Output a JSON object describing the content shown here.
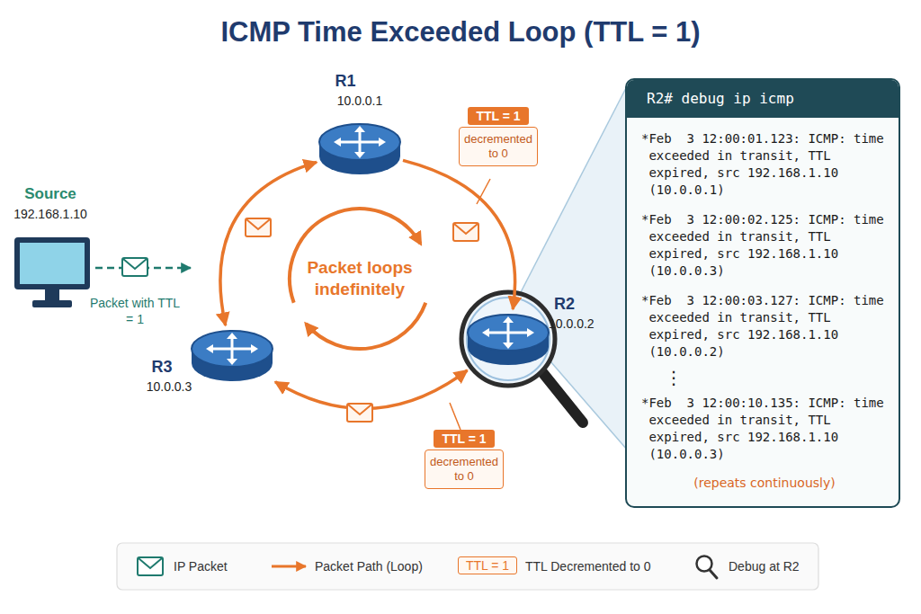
{
  "diagram": {
    "title": "ICMP Time Exceeded Loop (TTL = 1)",
    "nodes": [
      {
        "text": [
          "Source",
          "192.168.1.10"
        ]
      },
      {
        "text": [
          "R1",
          "10.0.0.1"
        ]
      },
      {
        "text": [
          "TTL = 1",
          "decremented to 0"
        ]
      },
      {
        "text": [
          "R2",
          "10.0.0.2"
        ]
      },
      {
        "text": [
          "R2# debug ip icmp",
          "*Feb  3 12:00:01.123: ICMP: time exceeded in transit, TTL expired, src 192.168.1.10 (10.0.0.1)",
          "*Feb  3 12:00:02.125: ICMP: time exceeded in transit, TTL expired, src 192.168.1.10 (10.0.0.3)",
          "*Feb  3 12:00:03.127: ICMP: time exceeded in transit, TTL expired, src 192.168.1.10 (10.0.0.2)",
          "⋮",
          "*Feb  3 12:00:10.135: ICMP: time exceeded in transit, TTL expired, src 192.168.1.10 (10.0.0.3)",
          "(repeats continuously)"
        ]
      },
      {
        "text": [
          "R3",
          "10.0.0.3"
        ]
      },
      {
        "text": [
          "TTL = 1",
          "decremented to 0"
        ]
      }
    ],
    "edges": [
      {
        "from": 1,
        "to": 3,
        "arrow": "to"
      },
      {
        "from": 3,
        "to": 5,
        "arrow": "both"
      },
      {
        "from": 5,
        "to": 1,
        "arrow": "both"
      }
    ],
    "labels": [
      "Packet with TTL = 1",
      "Packet loops indefinitely",
      "TTL = 1"
    ],
    "legend": [
      {
        "text": "IP Packet"
      },
      {
        "text": "Packet Path (Loop)"
      },
      {
        "text": "TTL Decremented to 0"
      },
      {
        "text": "Debug at R2"
      }
    ]
  }
}
